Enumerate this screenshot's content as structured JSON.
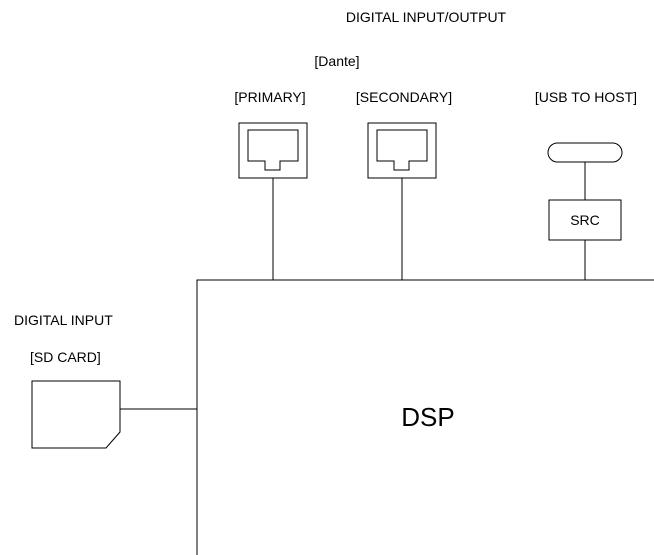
{
  "diagram": {
    "top_title": "DIGITAL INPUT/OUTPUT",
    "dante_label": "[Dante]",
    "primary_label": "[PRIMARY]",
    "secondary_label": "[SECONDARY]",
    "usb_label": "[USB TO HOST]",
    "src_label": "SRC",
    "left_title": "DIGITAL INPUT",
    "sd_label": "[SD CARD]",
    "dsp_label": "DSP"
  }
}
